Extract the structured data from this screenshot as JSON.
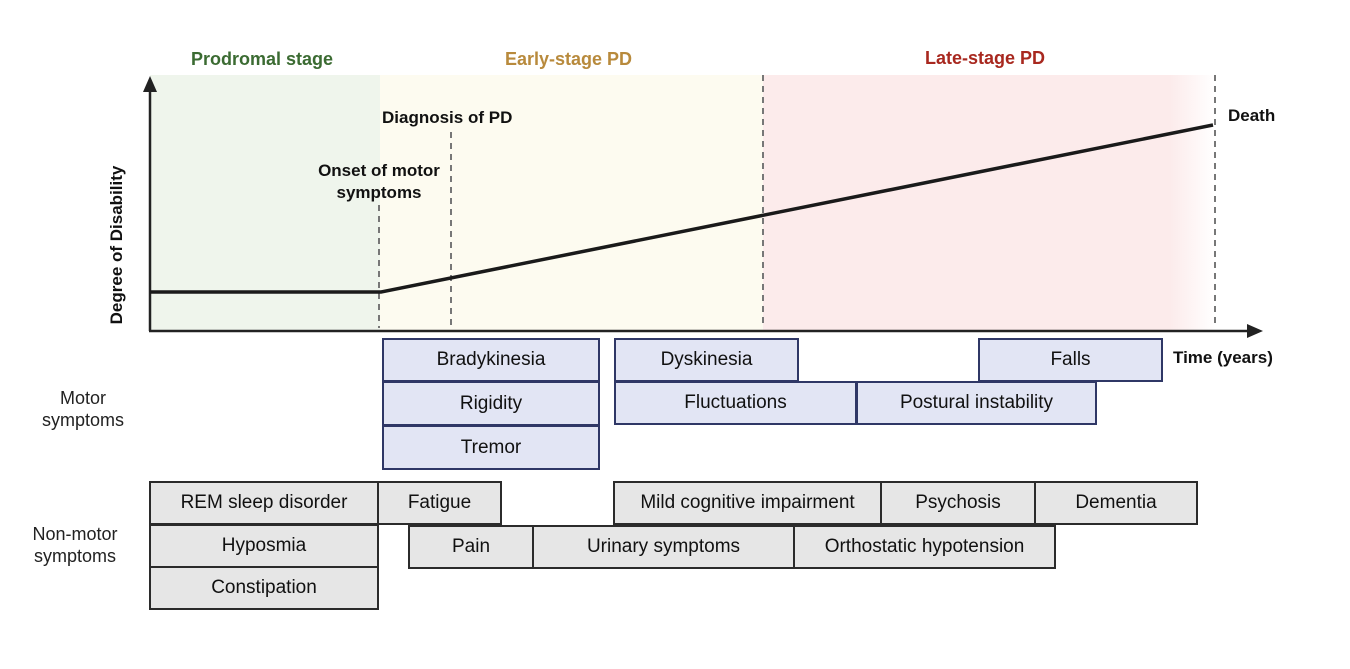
{
  "stages": {
    "prodromal": {
      "title": "Prodromal stage",
      "color": "#3b6b32",
      "bg": "#eff5ec"
    },
    "early": {
      "title": "Early-stage PD",
      "color": "#b88a3c",
      "bg": "#fdfbf0"
    },
    "late": {
      "title": "Late-stage PD",
      "color": "#a8281f",
      "bg": "#fcebeb"
    }
  },
  "events": {
    "onset": "Onset of motor\nsymptoms",
    "diagnosis": "Diagnosis of PD",
    "death": "Death"
  },
  "axes": {
    "y_label": "Degree of Disability",
    "x_label": "Time (years)"
  },
  "rows": {
    "motor_label": "Motor\nsymptoms",
    "nonmotor_label": "Non-motor\nsymptoms"
  },
  "motor_symptoms": [
    "Bradykinesia",
    "Rigidity",
    "Tremor",
    "Dyskinesia",
    "Fluctuations",
    "Postural instability",
    "Falls"
  ],
  "nonmotor_symptoms": [
    "REM sleep disorder",
    "Hyposmia",
    "Constipation",
    "Fatigue",
    "Pain",
    "Urinary symptoms",
    "Mild cognitive impairment",
    "Psychosis",
    "Orthostatic hypotension",
    "Dementia"
  ]
}
